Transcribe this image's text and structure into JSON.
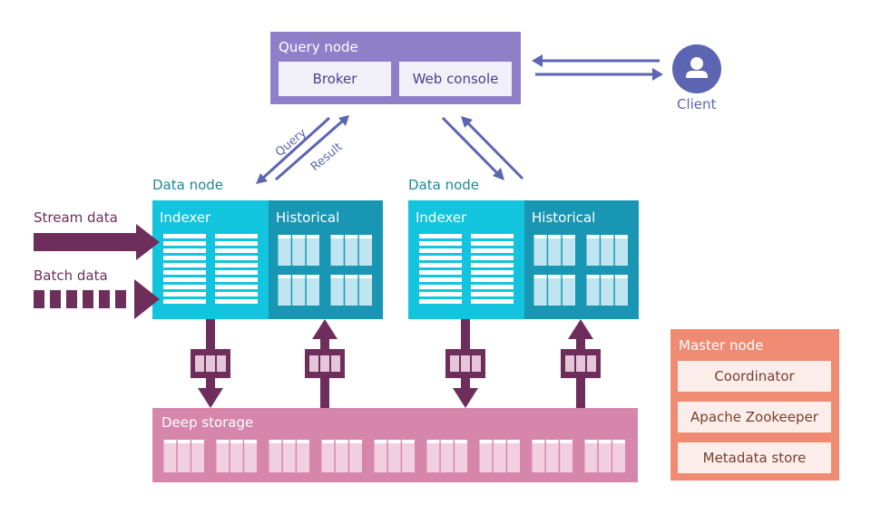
{
  "query_node": {
    "title": "Query node",
    "broker": "Broker",
    "web_console": "Web console"
  },
  "client": {
    "label": "Client",
    "icon": "user-icon"
  },
  "arrow_labels": {
    "query": "Query",
    "result": "Result"
  },
  "data_nodes": [
    {
      "title": "Data node",
      "indexer": "Indexer",
      "historical": "Historical"
    },
    {
      "title": "Data node",
      "indexer": "Indexer",
      "historical": "Historical"
    }
  ],
  "inputs": {
    "stream": "Stream data",
    "batch": "Batch data"
  },
  "deep_storage": {
    "title": "Deep storage"
  },
  "master_node": {
    "title": "Master node",
    "items": [
      "Coordinator",
      "Apache Zookeeper",
      "Metadata store"
    ]
  },
  "colors": {
    "query_node": "#8d80c8",
    "arrow_blue": "#5b65b2",
    "indexer": "#13c4de",
    "historical": "#1996b3",
    "data_arrow": "#6e2e5c",
    "deep_storage": "#d686ab",
    "master_node": "#ee8b72"
  }
}
